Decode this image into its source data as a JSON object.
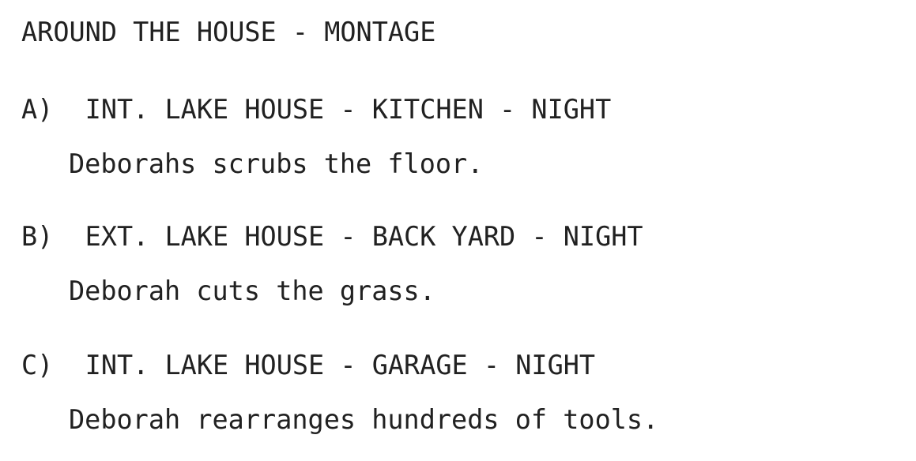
{
  "document": {
    "type": "screenplay-page",
    "background_color": "#ffffff",
    "text_color": "#212121",
    "montage_heading": "AROUND THE HOUSE - MONTAGE",
    "shots": [
      {
        "label": "A)",
        "slugline": "A)  INT. LAKE HOUSE - KITCHEN - NIGHT",
        "slugline_text": "INT. LAKE HOUSE - KITCHEN - NIGHT",
        "interior_exterior": "INT.",
        "location": "LAKE HOUSE",
        "sub_location": "KITCHEN",
        "time_of_day": "NIGHT",
        "action": "Deborahs scrubs the floor."
      },
      {
        "label": "B)",
        "slugline": "B)  EXT. LAKE HOUSE - BACK YARD - NIGHT",
        "slugline_text": "EXT. LAKE HOUSE - BACK YARD - NIGHT",
        "interior_exterior": "EXT.",
        "location": "LAKE HOUSE",
        "sub_location": "BACK YARD",
        "time_of_day": "NIGHT",
        "action": "Deborah cuts the grass."
      },
      {
        "label": "C)",
        "slugline": "C)  INT. LAKE HOUSE - GARAGE - NIGHT",
        "slugline_text": "INT. LAKE HOUSE - GARAGE - NIGHT",
        "interior_exterior": "INT.",
        "location": "LAKE HOUSE",
        "sub_location": "GARAGE",
        "time_of_day": "NIGHT",
        "action": "Deborah rearranges hundreds of tools."
      }
    ]
  }
}
